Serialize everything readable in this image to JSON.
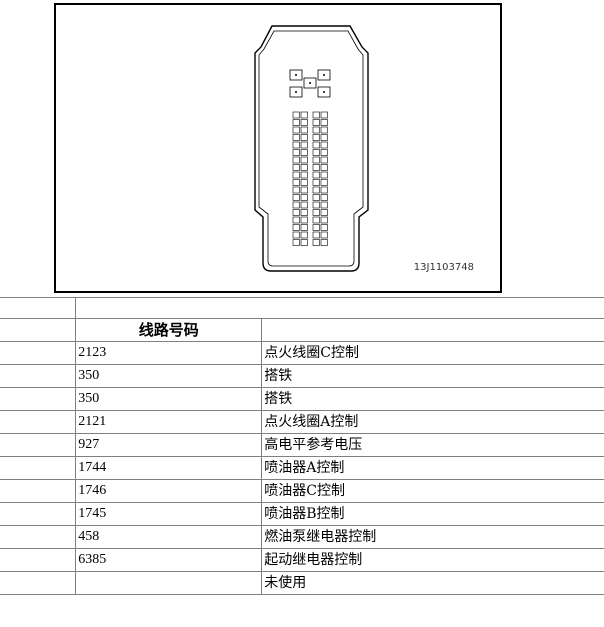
{
  "figure": {
    "id": "13J1103748",
    "connector_pins_per_column": 18
  },
  "table": {
    "header": {
      "pin": "",
      "circuit": "线路号码",
      "function": ""
    },
    "rows": [
      {
        "pin": "",
        "circuit": "2123",
        "function": "点火线圈C控制"
      },
      {
        "pin": "",
        "circuit": "350",
        "function": "搭铁"
      },
      {
        "pin": "",
        "circuit": "350",
        "function": "搭铁"
      },
      {
        "pin": "",
        "circuit": "2121",
        "function": "点火线圈A控制"
      },
      {
        "pin": "",
        "circuit": "927",
        "function": "高电平参考电压"
      },
      {
        "pin": "",
        "circuit": "1744",
        "function": "喷油器A控制"
      },
      {
        "pin": "",
        "circuit": "1746",
        "function": "喷油器C控制"
      },
      {
        "pin": "",
        "circuit": "1745",
        "function": "喷油器B控制"
      },
      {
        "pin": "",
        "circuit": "458",
        "function": "燃油泵继电器控制"
      },
      {
        "pin": "",
        "circuit": "6385",
        "function": "起动继电器控制"
      },
      {
        "pin": "",
        "circuit": "",
        "function": "未使用"
      }
    ]
  }
}
